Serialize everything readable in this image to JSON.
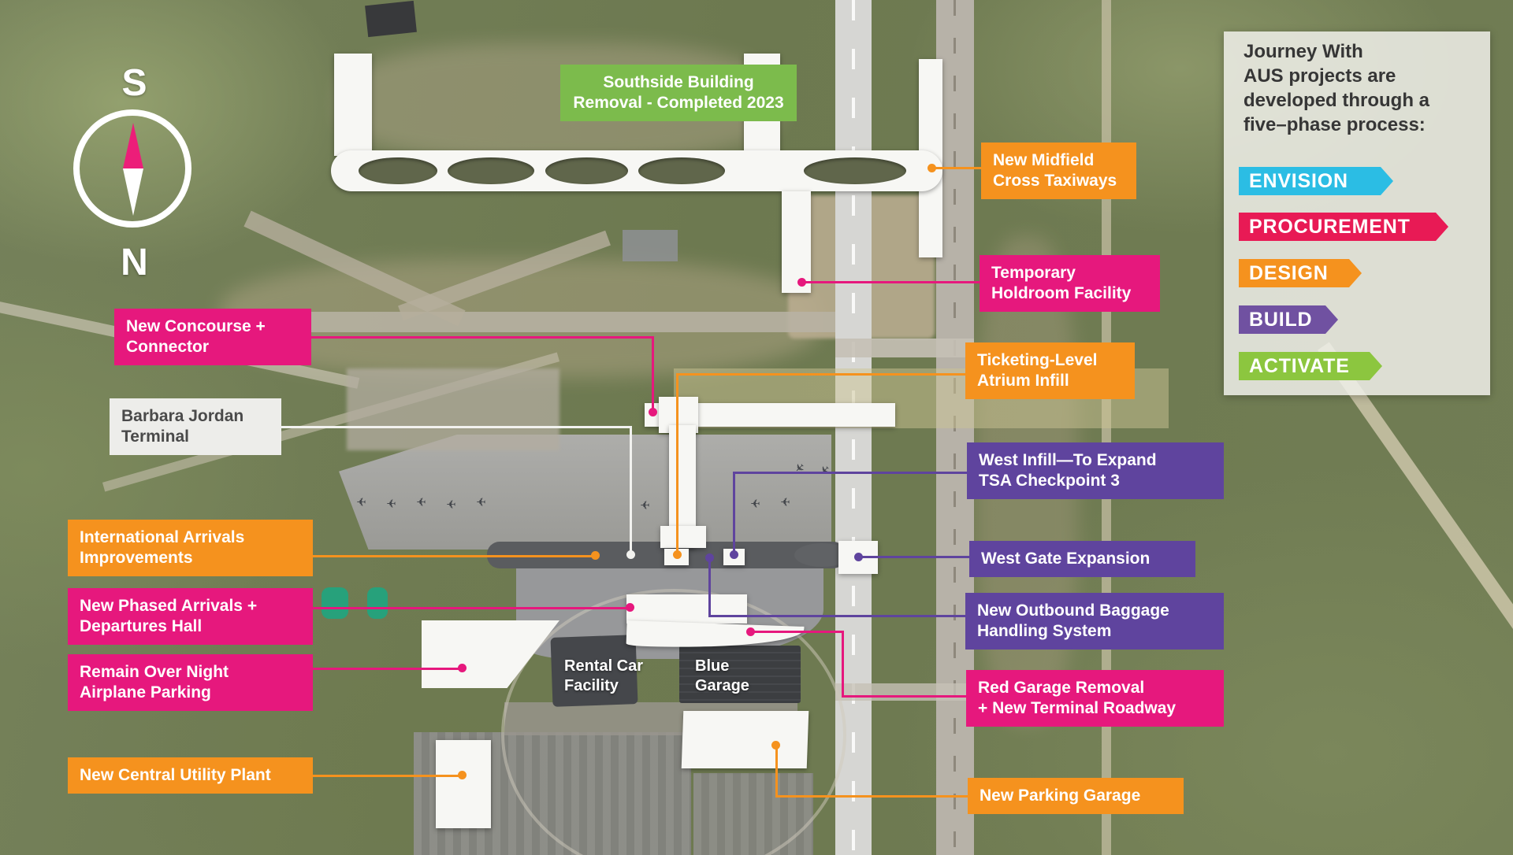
{
  "colors": {
    "orange": "#f5921e",
    "pink": "#e6187d",
    "purple": "#5f449e",
    "green": "#7cbb4c",
    "cyan": "#2bbde4",
    "crimson": "#e81a55",
    "build_purple": "#7051a1",
    "activate_green": "#8cc63f",
    "white_line": "#f2f2ef",
    "terminal_label_bg": "#ededea",
    "compass_needle_pink": "#ec1e79"
  },
  "compass": {
    "south": "S",
    "north": "N"
  },
  "icons": {
    "plane": "✈"
  },
  "legend": {
    "title": "Journey With\nAUS projects are\ndeveloped through a\nfive–phase process:",
    "phases": [
      {
        "label": "ENVISION",
        "color": "#2bbde4"
      },
      {
        "label": "PROCUREMENT",
        "color": "#e81a55"
      },
      {
        "label": "DESIGN",
        "color": "#f5921e"
      },
      {
        "label": "BUILD",
        "color": "#7051a1"
      },
      {
        "label": "ACTIVATE",
        "color": "#8cc63f"
      }
    ]
  },
  "labels": {
    "southside": {
      "text": "Southside Building\nRemoval - Completed 2023",
      "color": "#7cbb4c"
    },
    "midfield": {
      "text": "New Midfield\nCross Taxiways",
      "color": "#f5921e"
    },
    "holdroom": {
      "text": "Temporary\nHoldroom Facility",
      "color": "#e6187d"
    },
    "concourse": {
      "text": "New Concourse +\nConnector",
      "color": "#e6187d"
    },
    "ticketing": {
      "text": "Ticketing-Level\nAtrium Infill",
      "color": "#f5921e"
    },
    "barbara": {
      "text": "Barbara Jordan\nTerminal",
      "color": "#ededea"
    },
    "west_infill": {
      "text": "West Infill—To Expand\nTSA Checkpoint 3",
      "color": "#5f449e"
    },
    "intl_arrivals": {
      "text": "International Arrivals\nImprovements",
      "color": "#f5921e"
    },
    "west_gate": {
      "text": "West Gate Expansion",
      "color": "#5f449e"
    },
    "phased_arrivals": {
      "text": "New Phased Arrivals +\nDepartures Hall",
      "color": "#e6187d"
    },
    "outbound": {
      "text": "New Outbound Baggage\nHandling System",
      "color": "#5f449e"
    },
    "ron": {
      "text": "Remain Over Night\nAirplane Parking",
      "color": "#e6187d"
    },
    "red_garage": {
      "text": "Red Garage Removal\n+ New Terminal Roadway",
      "color": "#e6187d"
    },
    "cup": {
      "text": "New Central Utility Plant",
      "color": "#f5921e"
    },
    "parking_garage": {
      "text": "New Parking Garage",
      "color": "#f5921e"
    },
    "rental_car": {
      "text": "Rental Car\nFacility"
    },
    "blue_garage": {
      "text": "Blue\nGarage"
    }
  }
}
